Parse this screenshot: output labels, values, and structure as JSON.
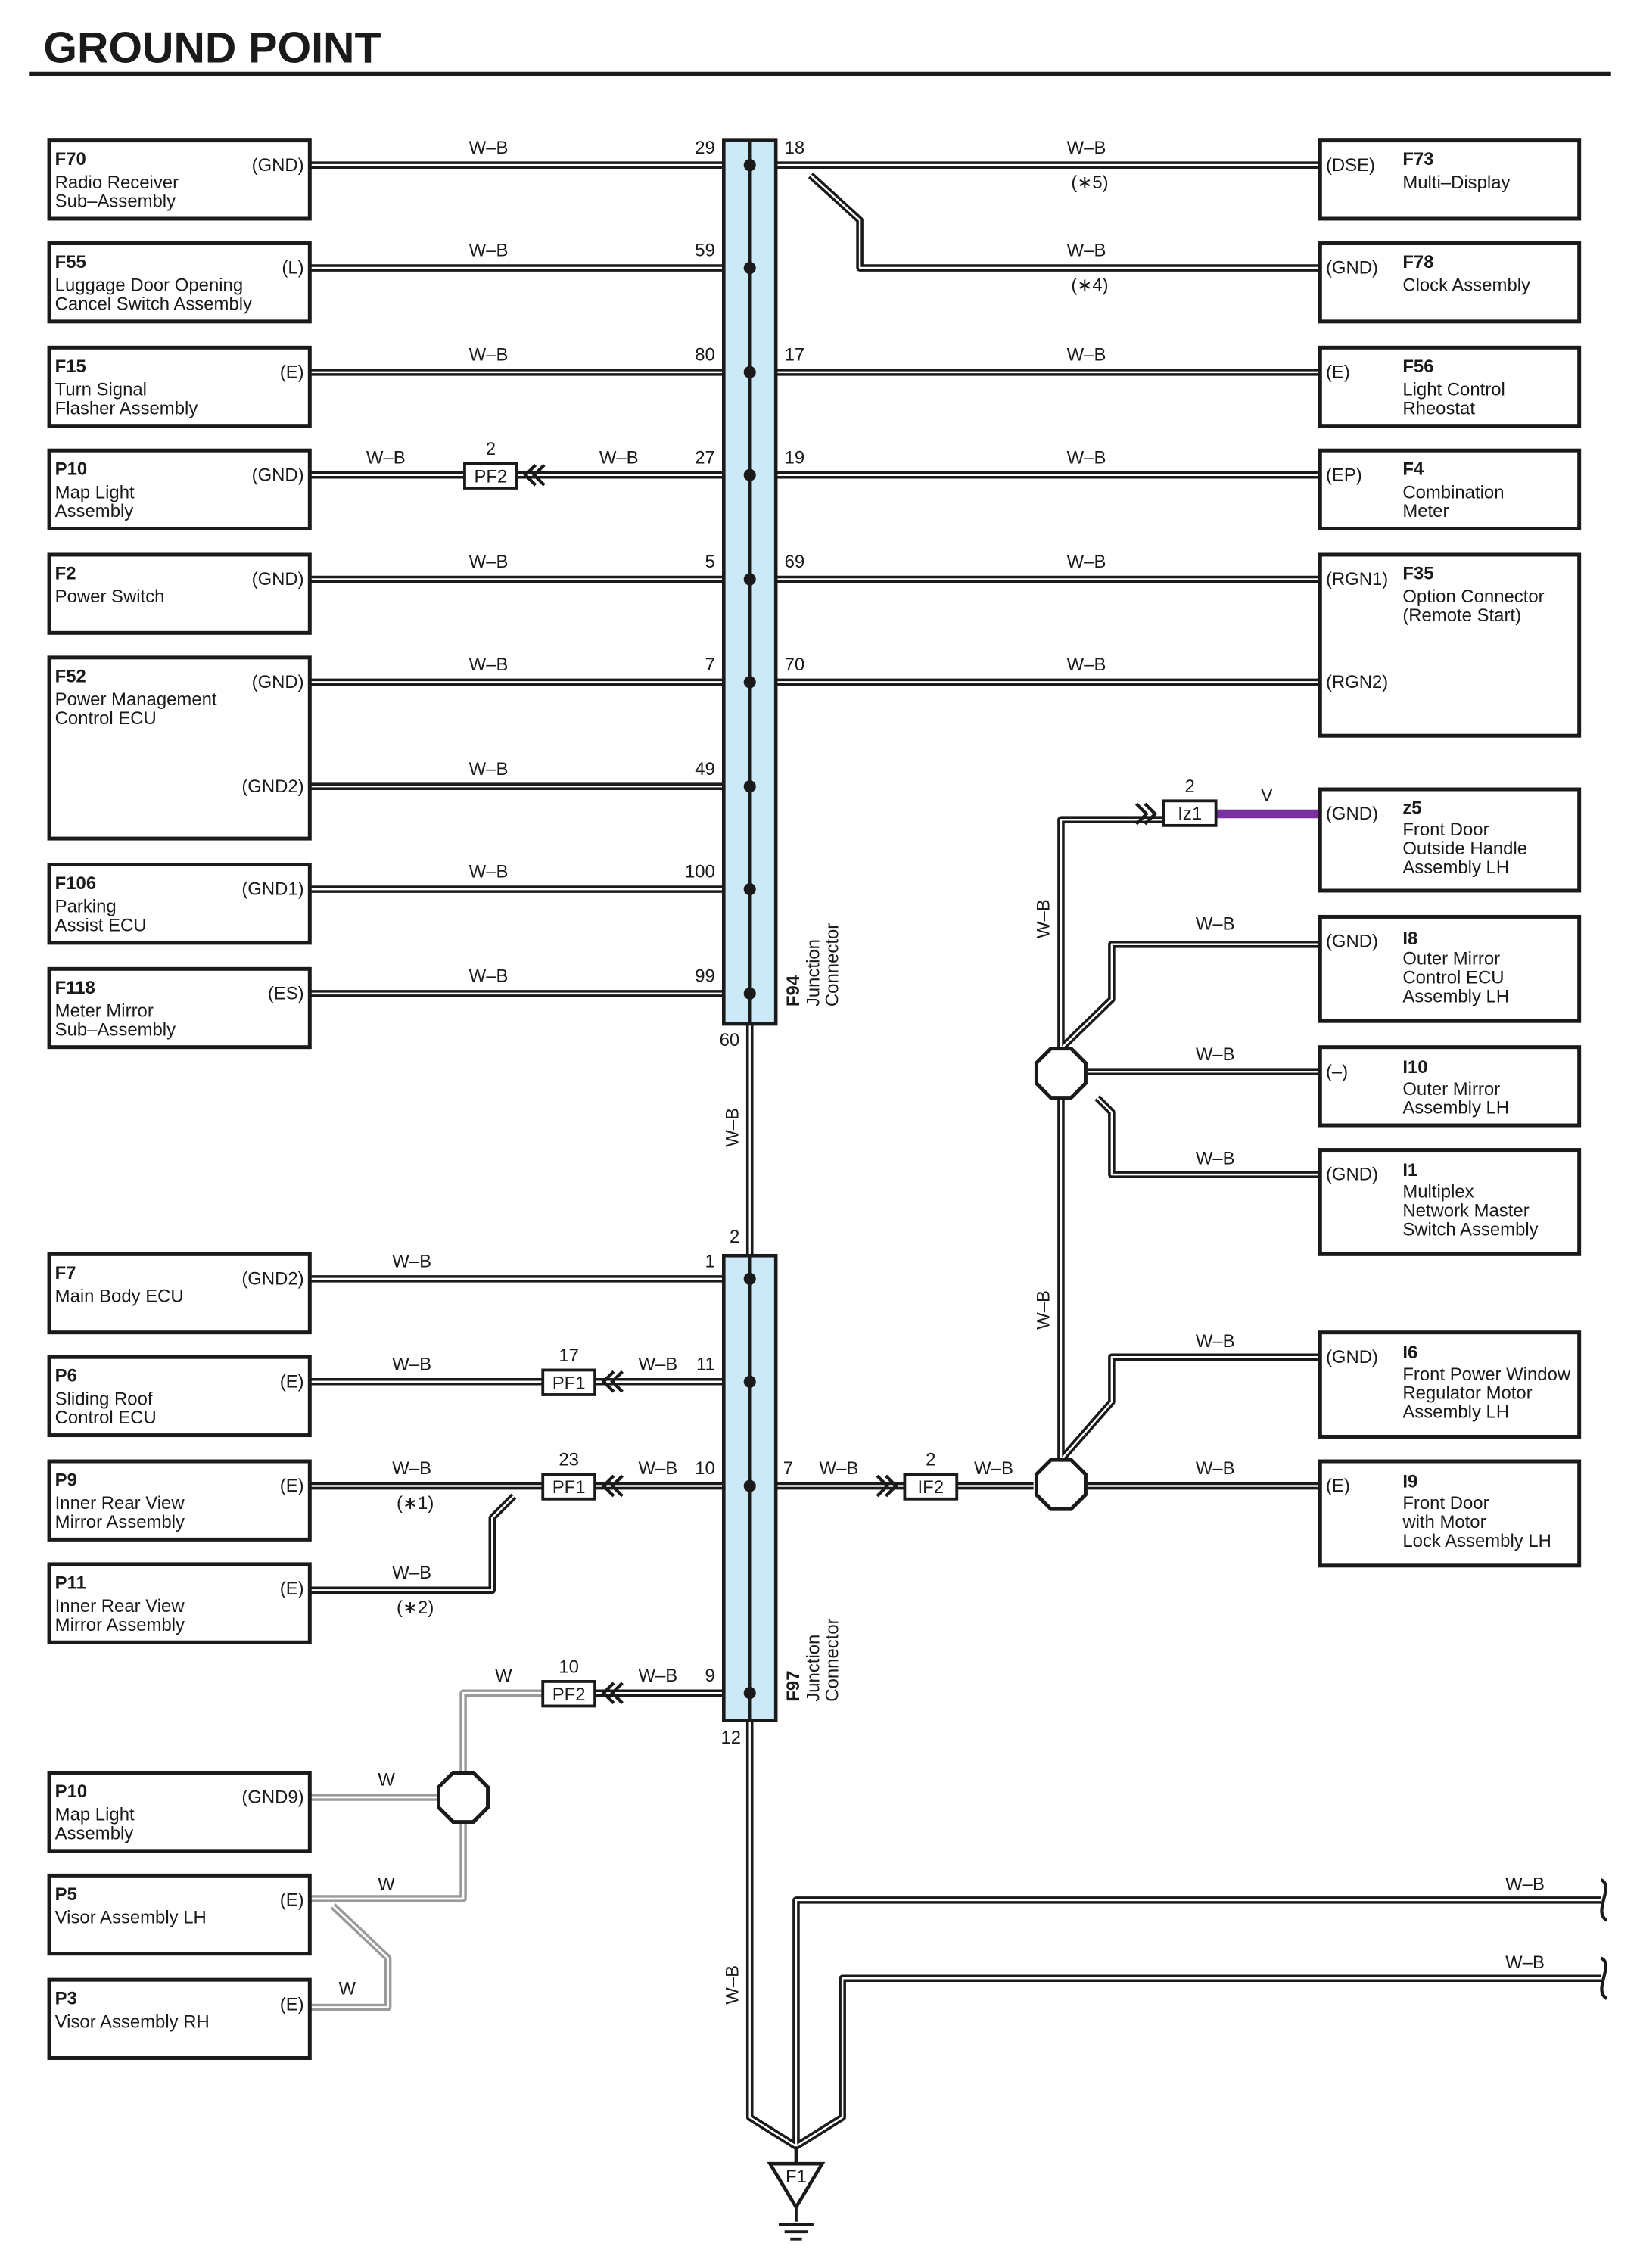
{
  "title": "GROUND POINT",
  "wire_colors": {
    "wb": "W–B",
    "w": "W",
    "v": "V"
  },
  "colors": {
    "junction_fill": "#cce9f7",
    "wire": "#1a1a1a",
    "white_wire": "#9a9a9a",
    "violet_wire": "#7b2fa0"
  },
  "left_components": [
    {
      "code": "F70",
      "name": [
        "Radio Receiver",
        "Sub–Assembly"
      ],
      "pin": "(GND)"
    },
    {
      "code": "F55",
      "name": [
        "Luggage Door Opening",
        "Cancel Switch Assembly"
      ],
      "pin": "(L)"
    },
    {
      "code": "F15",
      "name": [
        "Turn Signal",
        "Flasher Assembly"
      ],
      "pin": "(E)"
    },
    {
      "code": "P10",
      "name": [
        "Map Light",
        "Assembly"
      ],
      "pin": "(GND)"
    },
    {
      "code": "F2",
      "name": [
        "Power Switch"
      ],
      "pin": "(GND)"
    },
    {
      "code": "F52",
      "name": [
        "Power Management",
        "Control ECU"
      ],
      "pin": "(GND)",
      "pin2": "(GND2)"
    },
    {
      "code": "F106",
      "name": [
        "Parking",
        "Assist ECU"
      ],
      "pin": "(GND1)"
    },
    {
      "code": "F118",
      "name": [
        "Meter Mirror",
        "Sub–Assembly"
      ],
      "pin": "(ES)"
    },
    {
      "code": "F7",
      "name": [
        "Main Body ECU"
      ],
      "pin": "(GND2)"
    },
    {
      "code": "P6",
      "name": [
        "Sliding Roof",
        "Control ECU"
      ],
      "pin": "(E)"
    },
    {
      "code": "P9",
      "name": [
        "Inner Rear View",
        "Mirror Assembly"
      ],
      "pin": "(E)"
    },
    {
      "code": "P11",
      "name": [
        "Inner Rear View",
        "Mirror Assembly"
      ],
      "pin": "(E)"
    },
    {
      "code": "P10",
      "name": [
        "Map Light",
        "Assembly"
      ],
      "pin": "(GND9)"
    },
    {
      "code": "P5",
      "name": [
        "Visor Assembly LH"
      ],
      "pin": "(E)"
    },
    {
      "code": "P3",
      "name": [
        "Visor Assembly RH"
      ],
      "pin": "(E)"
    }
  ],
  "right_components": [
    {
      "code": "F73",
      "name": [
        "Multi–Display"
      ],
      "pin": "(DSE)"
    },
    {
      "code": "F78",
      "name": [
        "Clock Assembly"
      ],
      "pin": "(GND)"
    },
    {
      "code": "F56",
      "name": [
        "Light Control",
        "Rheostat"
      ],
      "pin": "(E)"
    },
    {
      "code": "F4",
      "name": [
        "Combination",
        "Meter"
      ],
      "pin": "(EP)"
    },
    {
      "code": "F35",
      "name": [
        "Option Connector",
        "(Remote Start)"
      ],
      "pin": "(RGN1)",
      "pin2": "(RGN2)"
    },
    {
      "code": "z5",
      "name": [
        "Front Door",
        "Outside Handle",
        "Assembly LH"
      ],
      "pin": "(GND)"
    },
    {
      "code": "I8",
      "name": [
        "Outer Mirror",
        "Control ECU",
        "Assembly LH"
      ],
      "pin": "(GND)"
    },
    {
      "code": "I10",
      "name": [
        "Outer Mirror",
        "Assembly LH"
      ],
      "pin": "(–)"
    },
    {
      "code": "I1",
      "name": [
        "Multiplex",
        "Network Master",
        "Switch Assembly"
      ],
      "pin": "(GND)"
    },
    {
      "code": "I6",
      "name": [
        "Front Power Window",
        "Regulator Motor",
        "Assembly LH"
      ],
      "pin": "(GND)"
    },
    {
      "code": "I9",
      "name": [
        "Front Door",
        "with Motor",
        "Lock Assembly LH"
      ],
      "pin": "(E)"
    }
  ],
  "junctions": [
    {
      "code": "F94",
      "name": [
        "Junction",
        "Connector"
      ]
    },
    {
      "code": "F97",
      "name": [
        "Junction",
        "Connector"
      ]
    }
  ],
  "f94_left_pins": [
    "29",
    "59",
    "80",
    "27",
    "5",
    "7",
    "49",
    "100",
    "99"
  ],
  "f94_right_pins": [
    "18",
    "17",
    "19",
    "69",
    "70"
  ],
  "f94_bottom_pin": "60",
  "f97_top_pin": "2",
  "f97_left_pins": [
    "1",
    "11",
    "10",
    "9"
  ],
  "f97_right_pin": "7",
  "f97_bottom_pin": "12",
  "inline_connectors": [
    {
      "code": "PF2",
      "pin": "2"
    },
    {
      "code": "PF1",
      "pin": "17"
    },
    {
      "code": "PF1",
      "pin": "23"
    },
    {
      "code": "PF2",
      "pin": "10"
    },
    {
      "code": "IF2",
      "pin": "2"
    },
    {
      "code": "Iz1",
      "pin": "2"
    }
  ],
  "notes": [
    "(∗5)",
    "(∗4)",
    "(∗1)",
    "(∗2)"
  ],
  "ground": {
    "code": "F1"
  }
}
